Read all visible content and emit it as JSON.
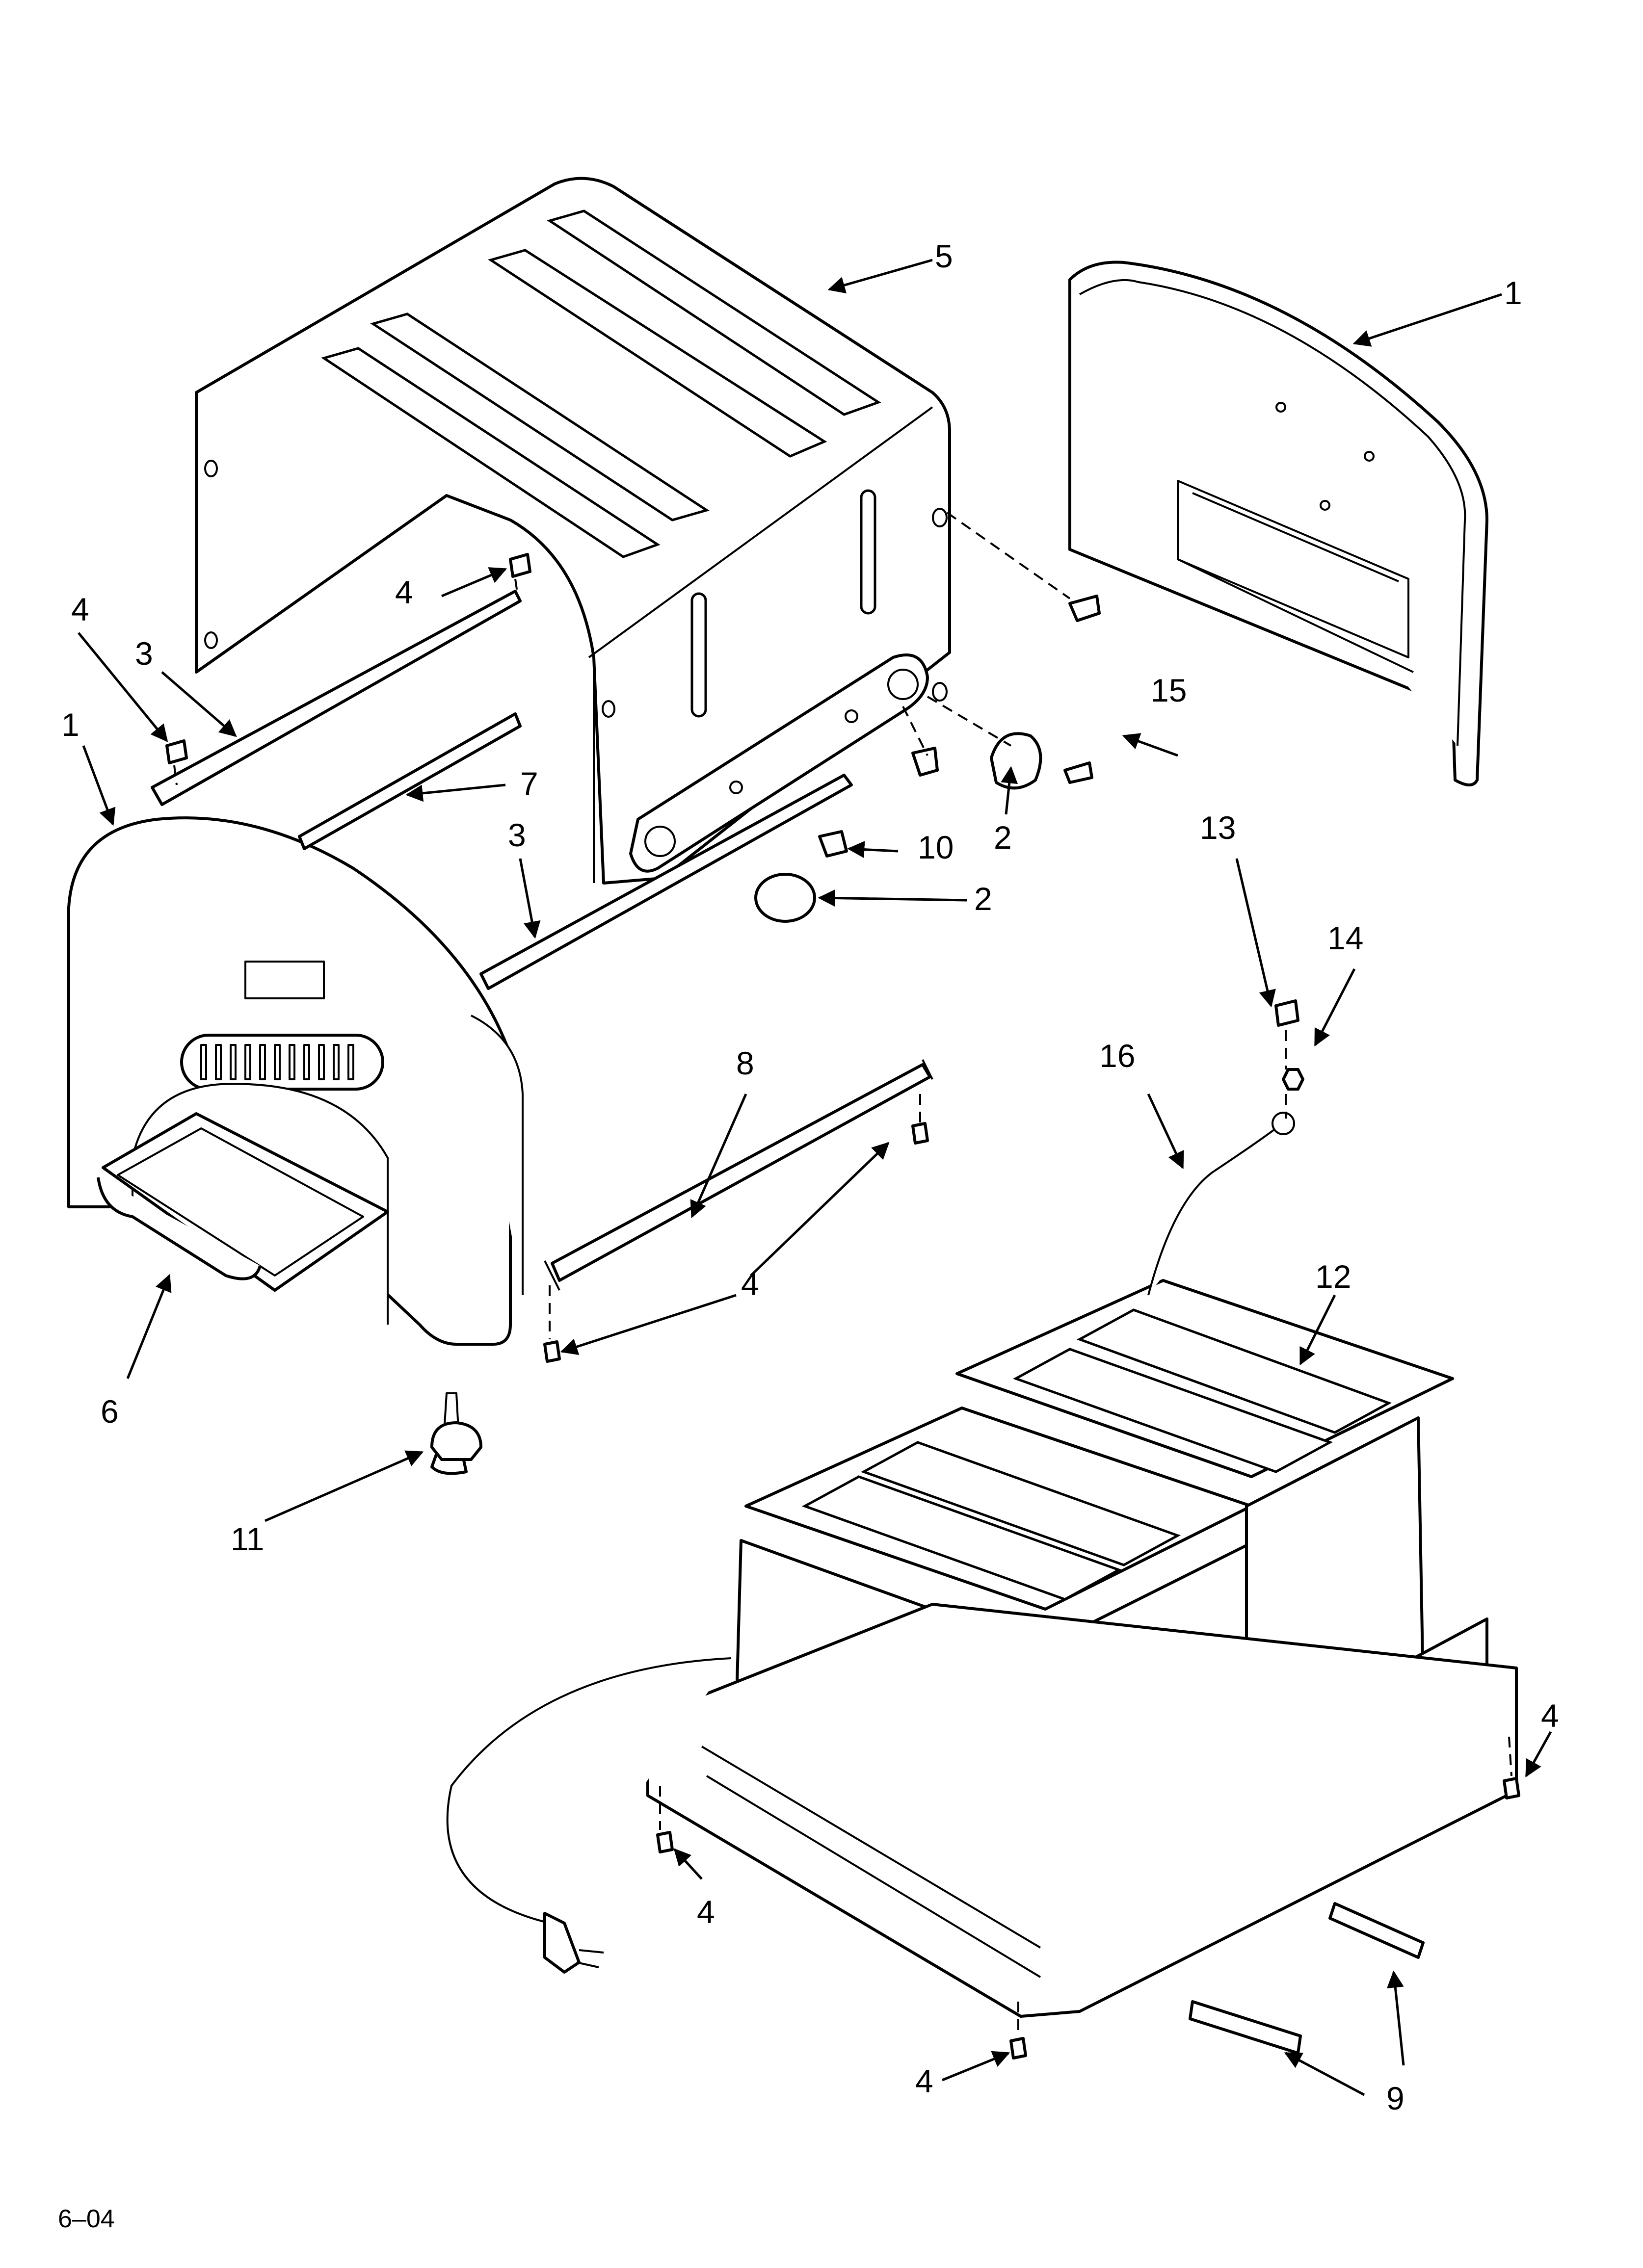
{
  "diagram": {
    "callouts": [
      {
        "id": "c1-right",
        "label": "1"
      },
      {
        "id": "c1-left",
        "label": "1"
      },
      {
        "id": "c2-upper",
        "label": "2"
      },
      {
        "id": "c2-lower",
        "label": "2"
      },
      {
        "id": "c3-upper",
        "label": "3"
      },
      {
        "id": "c3-lower",
        "label": "3"
      },
      {
        "id": "c4-topleft",
        "label": "4"
      },
      {
        "id": "c4-top",
        "label": "4"
      },
      {
        "id": "c4-middle",
        "label": "4"
      },
      {
        "id": "c4-baseleft",
        "label": "4"
      },
      {
        "id": "c4-baseright",
        "label": "4"
      },
      {
        "id": "c4-bottom",
        "label": "4"
      },
      {
        "id": "c5",
        "label": "5"
      },
      {
        "id": "c6",
        "label": "6"
      },
      {
        "id": "c7",
        "label": "7"
      },
      {
        "id": "c8",
        "label": "8"
      },
      {
        "id": "c9",
        "label": "9"
      },
      {
        "id": "c10",
        "label": "10"
      },
      {
        "id": "c11",
        "label": "11"
      },
      {
        "id": "c12",
        "label": "12"
      },
      {
        "id": "c13",
        "label": "13"
      },
      {
        "id": "c14",
        "label": "14"
      },
      {
        "id": "c15",
        "label": "15"
      },
      {
        "id": "c16",
        "label": "16"
      }
    ],
    "footer_code": "6–04"
  }
}
